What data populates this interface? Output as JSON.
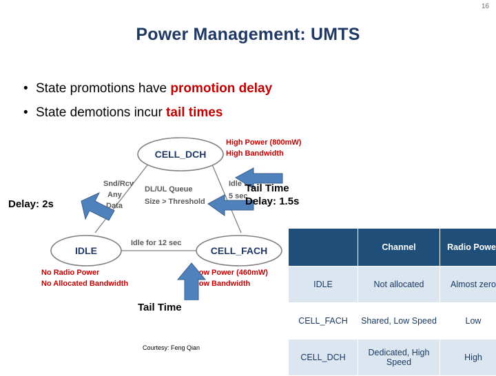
{
  "page": {
    "number": "16",
    "title": "Power Management: UMTS"
  },
  "bullets": [
    {
      "marker": "•",
      "pre": "State promotions have ",
      "highlight": "promotion delay",
      "post": ""
    },
    {
      "marker": "•",
      "pre": "State demotions incur ",
      "highlight": "tail times",
      "post": ""
    }
  ],
  "diagram": {
    "nodes": {
      "cell_dch": "CELL_DCH",
      "idle": "IDLE",
      "cell_fach": "CELL_FACH"
    },
    "cell_dch_props": [
      "High Power (800mW)",
      "High Bandwidth"
    ],
    "idle_props": [
      "No Radio Power",
      "No Allocated Bandwidth"
    ],
    "cell_fach_props": [
      "Low Power (460mW)",
      "Low Bandwidth"
    ],
    "edges": {
      "idle_to_dch": [
        "Snd/Rcv",
        "Any",
        "Data"
      ],
      "fach_to_dch": [
        "DL/UL Queue",
        "Size > Threshold"
      ],
      "dch_to_fach": [
        "Idle for",
        "5 sec"
      ],
      "fach_to_idle": "Idle for 12 sec"
    }
  },
  "annotations": {
    "delay_left": {
      "line1": "Delay: 2s"
    },
    "tail_right": {
      "line1": "Tail Time",
      "line2": "Delay: 1.5s"
    },
    "tail_bottom": "Tail Time",
    "courtesy": "Courtesy: Feng Qian"
  },
  "table": {
    "headers": [
      "",
      "Channel",
      "Radio Power"
    ],
    "rows": [
      {
        "state": "IDLE",
        "channel": "Not allocated",
        "power": "Almost zero"
      },
      {
        "state": "CELL_FACH",
        "channel": "Shared, Low Speed",
        "power": "Low"
      },
      {
        "state": "CELL_DCH",
        "channel": "Dedicated, High Speed",
        "power": "High"
      }
    ]
  },
  "colors": {
    "title": "#1f3864",
    "highlight": "#c00000",
    "table_header_bg": "#1f4e79",
    "table_row_bg": "#dce6f1",
    "arrow": "#4f81bd"
  }
}
